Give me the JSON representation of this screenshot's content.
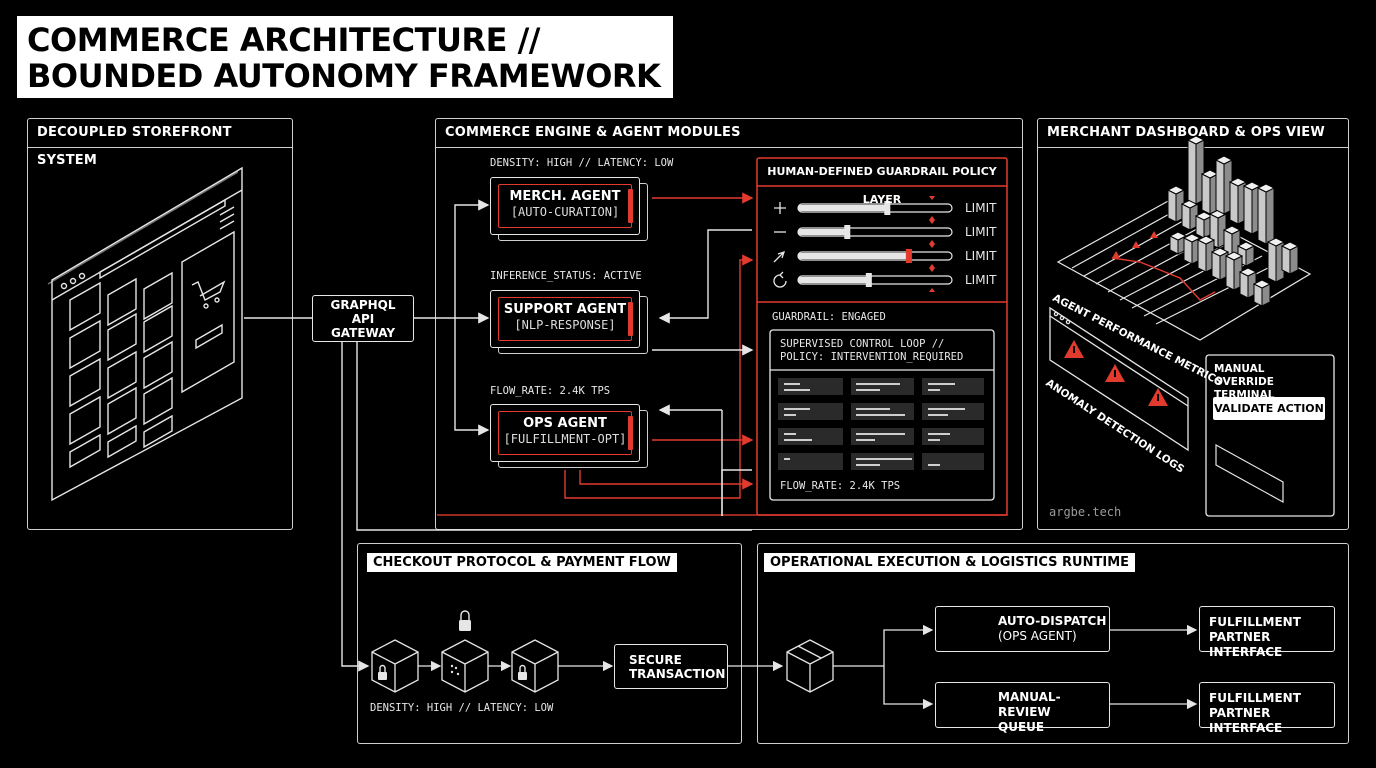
{
  "title": {
    "line1": "COMMERCE ARCHITECTURE //",
    "line2": "BOUNDED AUTONOMY FRAMEWORK"
  },
  "storefront": {
    "title": "DECOUPLED STOREFRONT SYSTEM"
  },
  "gateway": {
    "label": "GRAPHQL API GATEWAY"
  },
  "engine": {
    "title": "COMMERCE ENGINE & AGENT MODULES",
    "agents": [
      {
        "caption": "DENSITY: HIGH // LATENCY: LOW",
        "name": "MERCH. AGENT",
        "sub": "[AUTO-CURATION]"
      },
      {
        "caption": "INFERENCE_STATUS: ACTIVE",
        "name": "SUPPORT AGENT",
        "sub": "[NLP-RESPONSE]"
      },
      {
        "caption": "FLOW_RATE: 2.4K TPS",
        "name": "OPS AGENT",
        "sub": "[FULFILLMENT-OPT]"
      }
    ],
    "guardrail": {
      "title": "HUMAN-DEFINED GUARDRAIL POLICY LAYER",
      "sliders": [
        {
          "icon": "plus-icon",
          "value": 0.58,
          "label": "LIMIT"
        },
        {
          "icon": "minus-icon",
          "value": 0.32,
          "label": "LIMIT"
        },
        {
          "icon": "cursor-icon",
          "value": 0.72,
          "label": "LIMIT"
        },
        {
          "icon": "refresh-icon",
          "value": 0.46,
          "label": "LIMIT"
        }
      ],
      "status": "GUARDRAIL: ENGAGED",
      "loop_line1": "SUPERVISED CONTROL LOOP //",
      "loop_line2": "POLICY: INTERVENTION_REQUIRED",
      "flow": "FLOW_RATE: 2.4K TPS"
    }
  },
  "dashboard": {
    "title": "MERCHANT DASHBOARD & OPS VIEW",
    "metrics_label": "AGENT PERFORMANCE METRICS",
    "anomaly_label": "ANOMALY DETECTION LOGS",
    "override_title": "MANUAL OVERRIDE TERMINAL",
    "validate_button": "VALIDATE ACTION",
    "watermark": "argbe.tech"
  },
  "checkout": {
    "title": "CHECKOUT PROTOCOL & PAYMENT FLOW",
    "secure": "SECURE TRANSACTION",
    "caption": "DENSITY: HIGH // LATENCY: LOW"
  },
  "logistics": {
    "title": "OPERATIONAL EXECUTION & LOGISTICS RUNTIME",
    "dispatch_line1": "AUTO-DISPATCH",
    "dispatch_line2": "(OPS AGENT)",
    "review_line1": "MANUAL-REVIEW",
    "review_line2": "QUEUE",
    "partner": "FULFILLMENT PARTNER INTERFACE"
  },
  "colors": {
    "accent": "#e23b2e",
    "line": "#e6e6e6",
    "background": "#000000"
  }
}
